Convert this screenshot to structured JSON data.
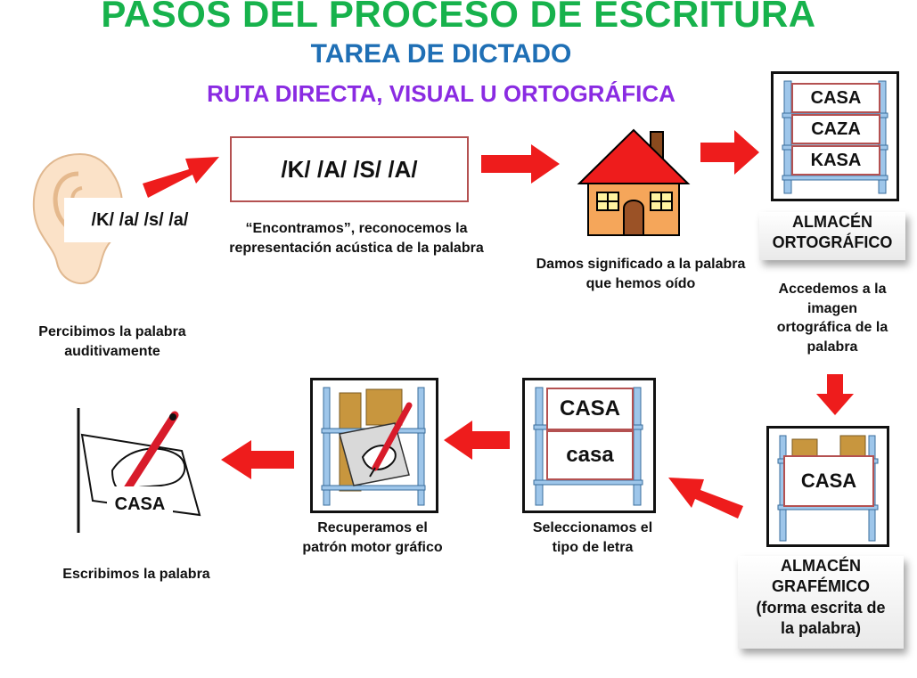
{
  "header": {
    "title": "PASOS DEL PROCESO DE ESCRITURA",
    "subtitle": "TAREA DE DICTADO",
    "route": "RUTA DIRECTA, VISUAL U ORTOGRÁFICA"
  },
  "steps": {
    "hear": {
      "label": "/K/ /a/ /s/ /a/",
      "caption_1": "Percibimos la palabra",
      "caption_2": "auditivamente"
    },
    "recognize": {
      "label": "/K/ /A/ /S/ /A/",
      "caption_1": "“Encontramos”, reconocemos la",
      "caption_2": "representación acústica de la palabra"
    },
    "meaning": {
      "caption_1": "Damos significado a la palabra",
      "caption_2": "que hemos oído"
    },
    "ortho_store": {
      "words": [
        "CASA",
        "CAZA",
        "KASA"
      ],
      "title_1": "ALMACÉN",
      "title_2": "ORTOGRÁFICO",
      "caption_1": "Accedemos a la",
      "caption_2": "imagen",
      "caption_3": "ortográfica de la",
      "caption_4": "palabra"
    },
    "graph_store": {
      "word": "CASA",
      "title_1": "ALMACÉN",
      "title_2": "GRAFÉMICO",
      "title_3": "(forma escrita de",
      "title_4": "la palabra)"
    },
    "letter_type": {
      "upper": "CASA",
      "lower": "casa",
      "caption_1": "Seleccionamos el",
      "caption_2": "tipo de letra"
    },
    "motor": {
      "caption_1": "Recuperamos el",
      "caption_2": "patrón motor gráfico"
    },
    "write": {
      "word": "CASA",
      "caption": "Escribimos la palabra"
    }
  },
  "colors": {
    "arrow": "#ee1c1c",
    "title": "#17b24c",
    "subtitle": "#1f6fb5",
    "route": "#8a2be2",
    "box_border": "#b45151"
  }
}
